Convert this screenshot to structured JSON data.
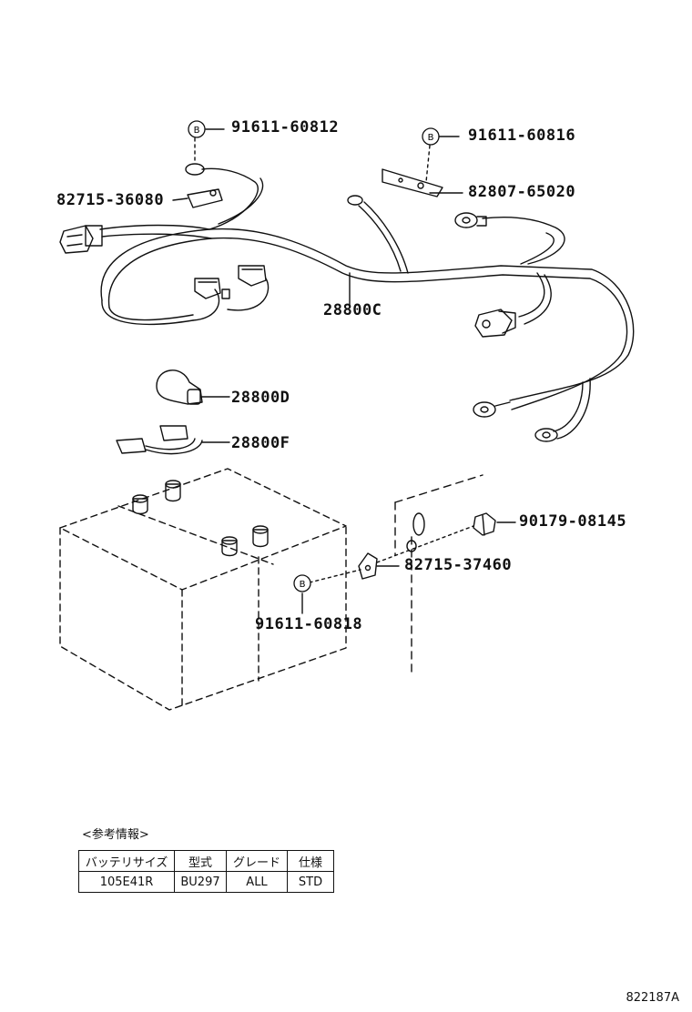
{
  "parts": {
    "bolt_top_left": "91611-60812",
    "bolt_top_right": "91611-60816",
    "bracket_left": "82715-36080",
    "bracket_right": "82807-65020",
    "harness_main": "28800C",
    "cover": "28800D",
    "cable_short": "28800F",
    "nut": "90179-08145",
    "bracket_battery": "82715-37460",
    "bolt_battery": "91611-60818"
  },
  "bolt_symbol": "B",
  "info": {
    "title": "<参考情報>",
    "headers": [
      "バッテリサイズ",
      "型式",
      "グレード",
      "仕様"
    ],
    "row": [
      "105E41R",
      "BU297",
      "ALL",
      "STD"
    ]
  },
  "illustration_id": "822187A"
}
